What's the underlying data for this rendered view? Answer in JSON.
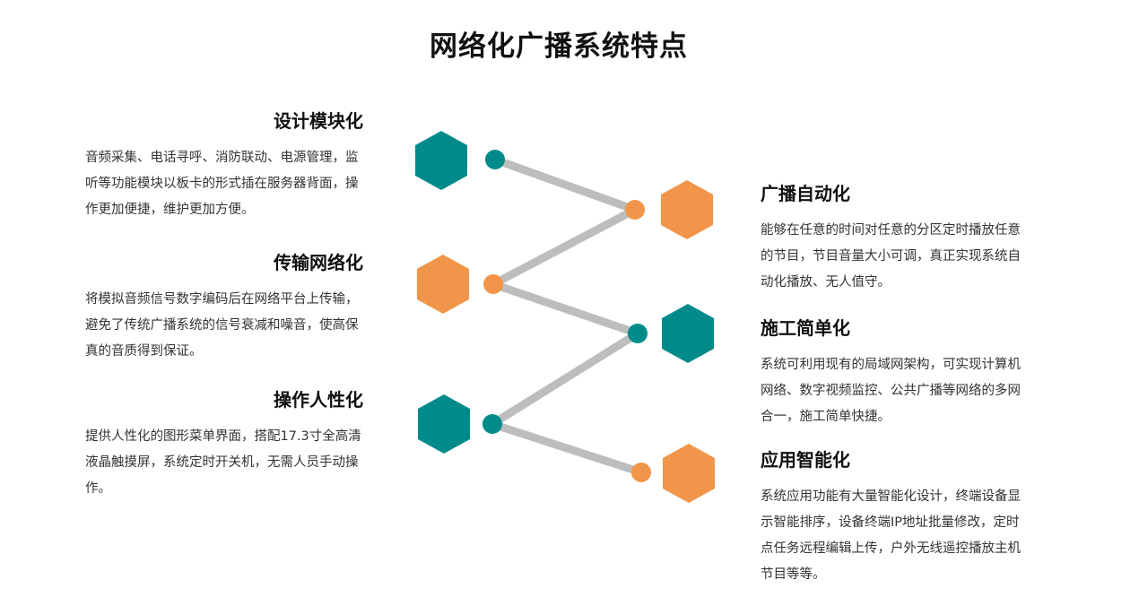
{
  "title": "网络化广播系统特点",
  "features": {
    "design": {
      "title": "设计模块化",
      "desc": "音频采集、电话寻呼、消防联动、电源管理，监听等功能模块以板卡的形式插在服务器背面，操作更加便捷，维护更加方便。"
    },
    "transmission": {
      "title": "传输网络化",
      "desc": "将模拟音频信号数字编码后在网络平台上传输，避免了传统广播系统的信号衰减和噪音，使高保真的音质得到保证。"
    },
    "operation": {
      "title": "操作人性化",
      "desc": "提供人性化的图形菜单界面，搭配17.3寸全高清液晶触摸屏，系统定时开关机，无需人员手动操作。"
    },
    "automation": {
      "title": "广播自动化",
      "desc": "能够在任意的时间对任意的分区定时播放任意的节目，节目音量大小可调，真正实现系统自动化播放、无人值守。"
    },
    "construction": {
      "title": "施工简单化",
      "desc": "系统可利用现有的局域网架构，可实现计算机网络、数字视频监控、公共广播等网络的多网合一，施工简单快捷。"
    },
    "intelligence": {
      "title": "应用智能化",
      "desc": "系统应用功能有大量智能化设计，终端设备显示智能排序，设备终端IP地址批量修改，定时点任务远程编辑上传，户外无线遥控播放主机节目等等。"
    }
  },
  "colors": {
    "teal": "#008b8a",
    "orange": "#f0954a",
    "connector": "#bdbdbd"
  }
}
